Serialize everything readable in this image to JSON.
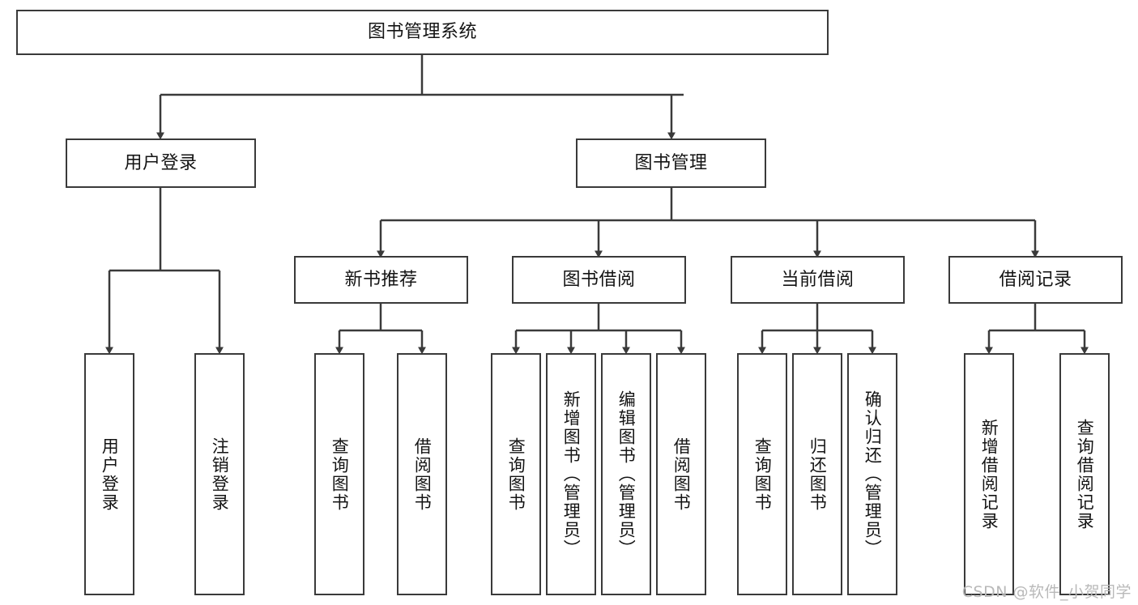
{
  "diagram": {
    "title": "图书管理系统",
    "type": "hierarchy-tree",
    "root": {
      "id": "root",
      "label": "图书管理系统"
    },
    "level2": [
      {
        "id": "user-login",
        "label": "用户登录"
      },
      {
        "id": "book-management",
        "label": "图书管理"
      }
    ],
    "level3": [
      {
        "id": "new-book-recommend",
        "label": "新书推荐",
        "parent": "book-management"
      },
      {
        "id": "book-borrow",
        "label": "图书借阅",
        "parent": "book-management"
      },
      {
        "id": "current-borrow",
        "label": "当前借阅",
        "parent": "book-management"
      },
      {
        "id": "borrow-record",
        "label": "借阅记录",
        "parent": "book-management"
      }
    ],
    "leaves": [
      {
        "id": "leaf-user-login",
        "label": "用户登录",
        "parent": "user-login"
      },
      {
        "id": "leaf-logout-login",
        "label": "注销登录",
        "parent": "user-login"
      },
      {
        "id": "leaf-query-book-1",
        "label": "查询图书",
        "parent": "new-book-recommend"
      },
      {
        "id": "leaf-borrow-book-1",
        "label": "借阅图书",
        "parent": "new-book-recommend"
      },
      {
        "id": "leaf-query-book-2",
        "label": "查询图书",
        "parent": "book-borrow"
      },
      {
        "id": "leaf-add-book",
        "label": "新增图书（管理员）",
        "parent": "book-borrow"
      },
      {
        "id": "leaf-edit-book",
        "label": "编辑图书（管理员）",
        "parent": "book-borrow"
      },
      {
        "id": "leaf-borrow-book-2",
        "label": "借阅图书",
        "parent": "book-borrow"
      },
      {
        "id": "leaf-query-book-3",
        "label": "查询图书",
        "parent": "current-borrow"
      },
      {
        "id": "leaf-return-book",
        "label": "归还图书",
        "parent": "current-borrow"
      },
      {
        "id": "leaf-confirm-return",
        "label": "确认归还（管理员）",
        "parent": "current-borrow"
      },
      {
        "id": "leaf-add-record",
        "label": "新增借阅记录",
        "parent": "borrow-record"
      },
      {
        "id": "leaf-query-record",
        "label": "查询借阅记录",
        "parent": "borrow-record"
      }
    ],
    "colors": {
      "stroke": "#3a3a3a",
      "fill": "#ffffff",
      "text": "#141414",
      "watermark": "#b9b9b9"
    }
  },
  "watermark": {
    "text": "CSDN @软件_小贺同学"
  }
}
